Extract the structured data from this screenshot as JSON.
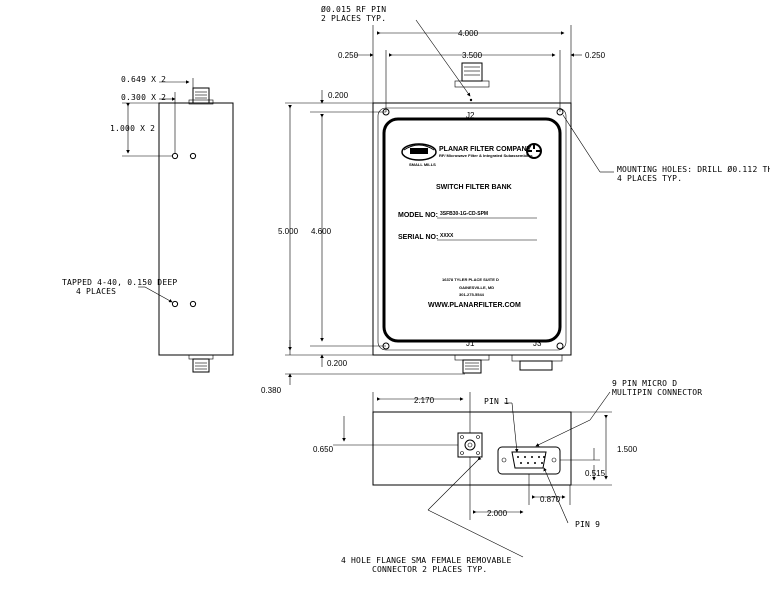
{
  "top_view": {
    "dim_overall_width": "4.000",
    "dim_hole_spacing": "3.500",
    "dim_left_offset": "0.250",
    "dim_right_offset": "0.250",
    "dim_top_offset": "0.200",
    "dim_bottom_offset": "0.200",
    "dim_overall_height": "5.000",
    "dim_hole_vertical": "4.600",
    "dim_connector_protrusion": "0.380",
    "rf_pin_note": [
      "Ø0.015 RF PIN",
      "2 PLACES TYP."
    ],
    "mounting_note": [
      "MOUNTING HOLES: DRILL Ø0.112 THRU",
      "4 PLACES TYP."
    ],
    "connector_j1": "J1",
    "connector_j2": "J2",
    "connector_j3": "J3"
  },
  "nameplate": {
    "company": "PLANAR FILTER COMPANY",
    "tagline": "RF/ Microwave Filter & Integrated Subassemblies",
    "logo_subtext": "SMALL MILLS",
    "product": "SWITCH FILTER BANK",
    "model_label": "MODEL NO:",
    "model_value": "3SFB30-1G-CD-SPM",
    "serial_label": "SERIAL NO:",
    "serial_value": "XXXX",
    "address_line1": "16378 TYLER PLACE SUITE D",
    "address_line2": "GAINESVILLE, MD",
    "address_line3": "301-275-5544",
    "website": "WWW.PLANARFILTER.COM"
  },
  "side_view": {
    "dim_0649": "0.649 X 2",
    "dim_0300": "0.300 X 2",
    "dim_1000": "1.000 X 2",
    "tapped_note": [
      "TAPPED 4-40, 0.150 DEEP",
      "4 PLACES"
    ]
  },
  "end_view": {
    "dim_2170": "2.170",
    "dim_0650": "0.650",
    "dim_1500": "1.500",
    "dim_0515": "0.515",
    "dim_0870": "0.870",
    "dim_2000": "2.000",
    "pin1": "PIN 1",
    "pin9": "PIN 9",
    "micro_d_note": [
      "9 PIN MICRO D",
      "MULTIPIN CONNECTOR"
    ],
    "sma_note": [
      "4 HOLE FLANGE SMA FEMALE REMOVABLE",
      "CONNECTOR 2 PLACES TYP."
    ]
  }
}
